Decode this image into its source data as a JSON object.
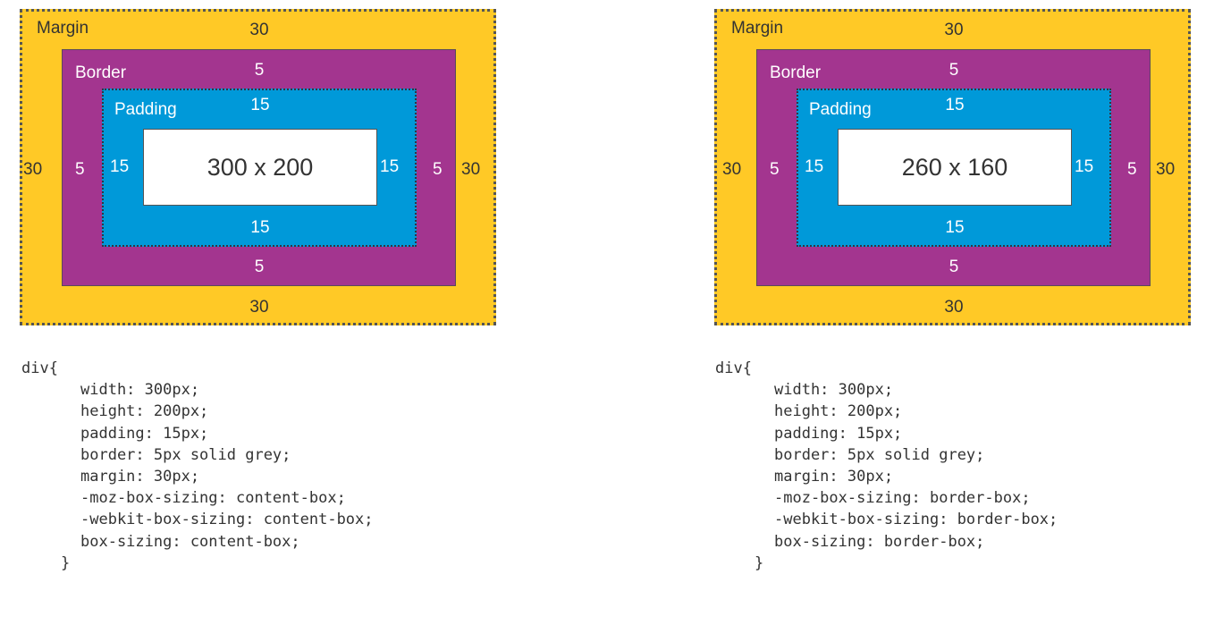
{
  "diagrams": [
    {
      "margin": {
        "label": "Margin",
        "top": "30",
        "bottom": "30",
        "left": "30",
        "right": "30"
      },
      "border": {
        "label": "Border",
        "top": "5",
        "bottom": "5",
        "left": "5",
        "right": "5"
      },
      "padding": {
        "label": "Padding",
        "top": "15",
        "bottom": "15",
        "left": "15",
        "right": "15"
      },
      "content": "300 x 200",
      "colors": {
        "margin": "#FFC926",
        "border": "#A3358F",
        "padding": "#0099D9",
        "content": "#FFFFFF"
      }
    },
    {
      "margin": {
        "label": "Margin",
        "top": "30",
        "bottom": "30",
        "left": "30",
        "right": "30"
      },
      "border": {
        "label": "Border",
        "top": "5",
        "bottom": "5",
        "left": "5",
        "right": "5"
      },
      "padding": {
        "label": "Padding",
        "top": "15",
        "bottom": "15",
        "left": "15",
        "right": "15"
      },
      "content": "260 x 160",
      "colors": {
        "margin": "#FFC926",
        "border": "#A3358F",
        "padding": "#0099D9",
        "content": "#FFFFFF"
      }
    }
  ],
  "code": [
    {
      "open": "div{",
      "lines": [
        "width: 300px;",
        "height: 200px;",
        "padding: 15px;",
        "border: 5px solid grey;",
        "margin: 30px;",
        "-moz-box-sizing: content-box;",
        "-webkit-box-sizing: content-box;",
        "box-sizing: content-box;"
      ],
      "close": "}"
    },
    {
      "open": "div{",
      "lines": [
        "width: 300px;",
        "height: 200px;",
        "padding: 15px;",
        "border: 5px solid grey;",
        "margin: 30px;",
        "-moz-box-sizing: border-box;",
        "-webkit-box-sizing: border-box;",
        "box-sizing: border-box;"
      ],
      "close": "}"
    }
  ]
}
